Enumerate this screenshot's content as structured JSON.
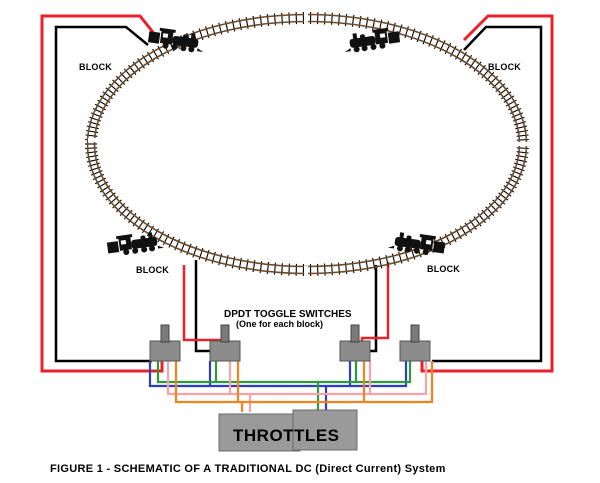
{
  "diagram": {
    "block_labels": [
      "BLOCK",
      "BLOCK",
      "BLOCK",
      "BLOCK"
    ],
    "switches": {
      "title": "DPDT TOGGLE SWITCHES",
      "subtitle": "(One for each block)"
    },
    "throttles_label": "THROTTLES",
    "caption": "FIGURE 1 - SCHEMATIC OF A TRADITIONAL DC (Direct Current) System",
    "icons": [
      "locomotive-icon",
      "dpdt-toggle-switch-icon"
    ],
    "colors": {
      "track_rail": "#6b4a2a",
      "tie": "#000000",
      "outer_wire": "#e8212a",
      "inner_wire": "#000000",
      "switch_body": "#8c8c8c",
      "throttle_body": "#9a9a9a",
      "wire_blue": "#2b3fc0",
      "wire_green": "#2a9a3a",
      "wire_pink": "#f5a3a8",
      "wire_orange": "#f58220"
    }
  }
}
